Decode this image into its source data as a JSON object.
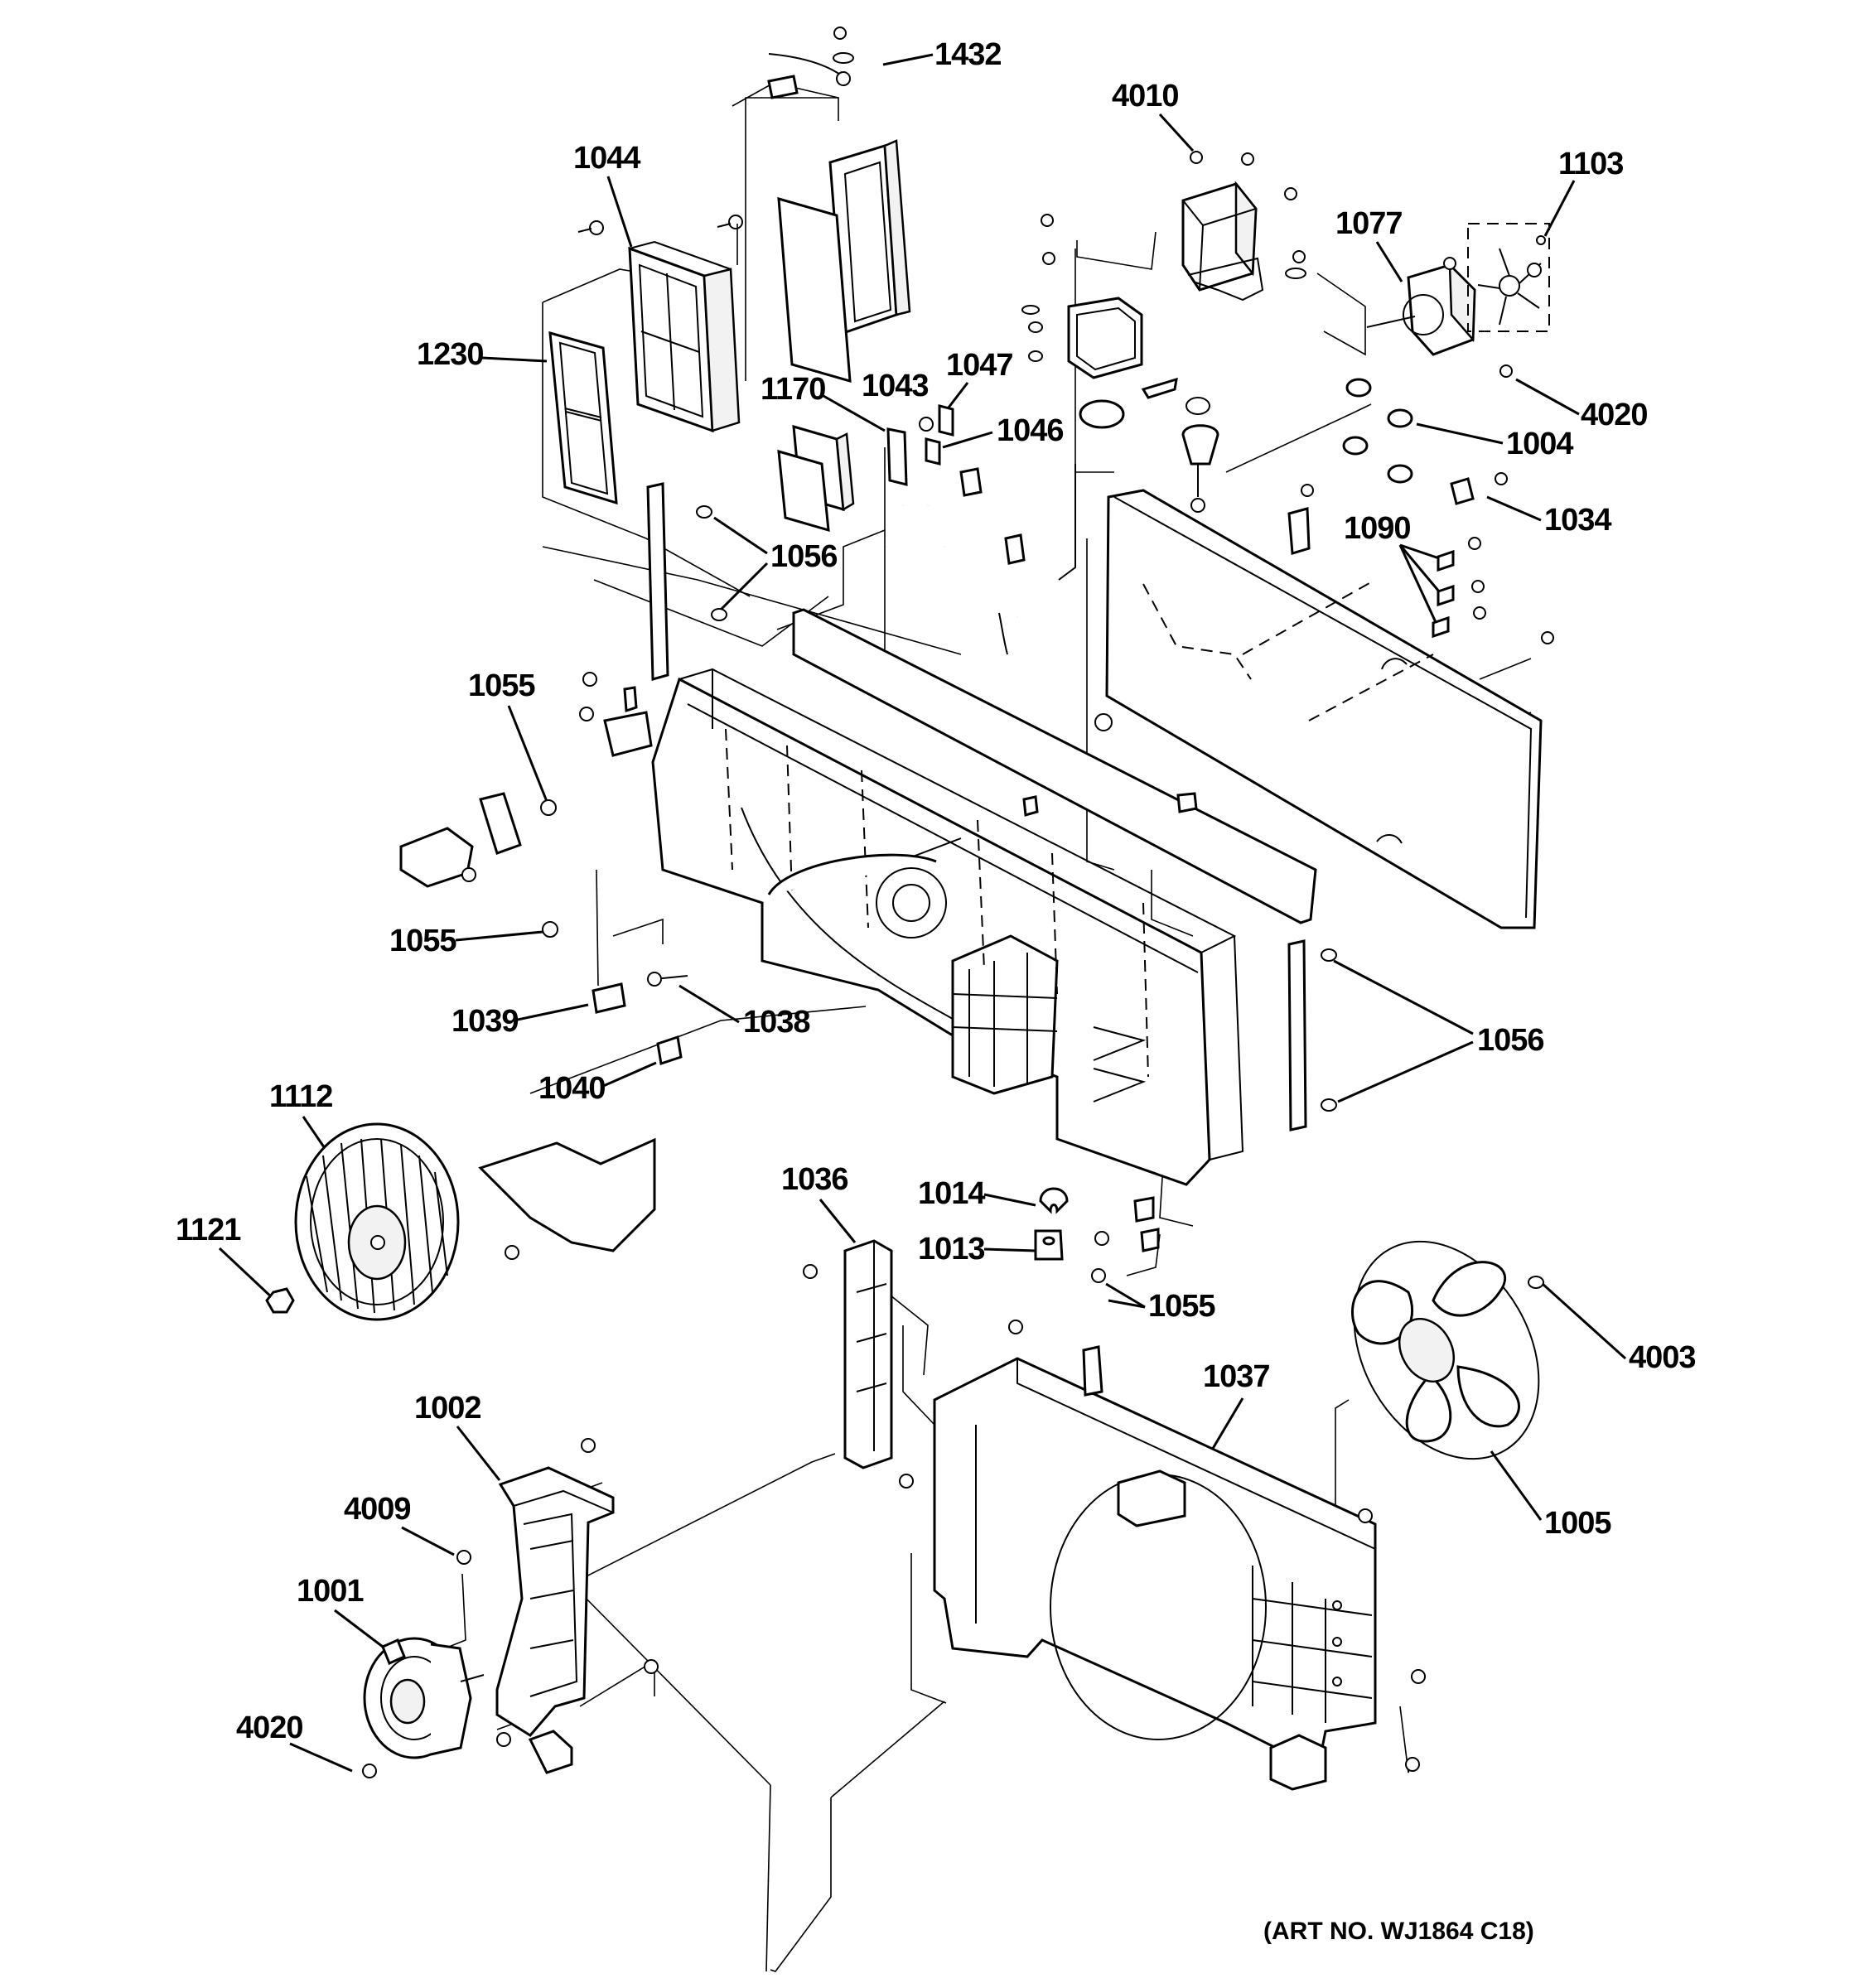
{
  "diagram": {
    "callouts": [
      {
        "id": "c1432",
        "label": "1432"
      },
      {
        "id": "c4010",
        "label": "4010"
      },
      {
        "id": "c1044",
        "label": "1044"
      },
      {
        "id": "c1103",
        "label": "1103"
      },
      {
        "id": "c1077",
        "label": "1077"
      },
      {
        "id": "c1230",
        "label": "1230"
      },
      {
        "id": "c1043",
        "label": "1043"
      },
      {
        "id": "c1047",
        "label": "1047"
      },
      {
        "id": "c1170",
        "label": "1170"
      },
      {
        "id": "c1046",
        "label": "1046"
      },
      {
        "id": "c4020a",
        "label": "4020"
      },
      {
        "id": "c1004",
        "label": "1004"
      },
      {
        "id": "c1034",
        "label": "1034"
      },
      {
        "id": "c1090",
        "label": "1090"
      },
      {
        "id": "c1056a",
        "label": "1056"
      },
      {
        "id": "c1055a",
        "label": "1055"
      },
      {
        "id": "c1055b",
        "label": "1055"
      },
      {
        "id": "c1039",
        "label": "1039"
      },
      {
        "id": "c1038",
        "label": "1038"
      },
      {
        "id": "c1040",
        "label": "1040"
      },
      {
        "id": "c1056b",
        "label": "1056"
      },
      {
        "id": "c1112",
        "label": "1112"
      },
      {
        "id": "c1036",
        "label": "1036"
      },
      {
        "id": "c1014",
        "label": "1014"
      },
      {
        "id": "c1013",
        "label": "1013"
      },
      {
        "id": "c1121",
        "label": "1121"
      },
      {
        "id": "c1055c",
        "label": "1055"
      },
      {
        "id": "c4003",
        "label": "4003"
      },
      {
        "id": "c1037",
        "label": "1037"
      },
      {
        "id": "c1002",
        "label": "1002"
      },
      {
        "id": "c4009",
        "label": "4009"
      },
      {
        "id": "c1005",
        "label": "1005"
      },
      {
        "id": "c1001",
        "label": "1001"
      },
      {
        "id": "c4020b",
        "label": "4020"
      }
    ],
    "art_number": "(ART NO. WJ1864 C18)"
  }
}
